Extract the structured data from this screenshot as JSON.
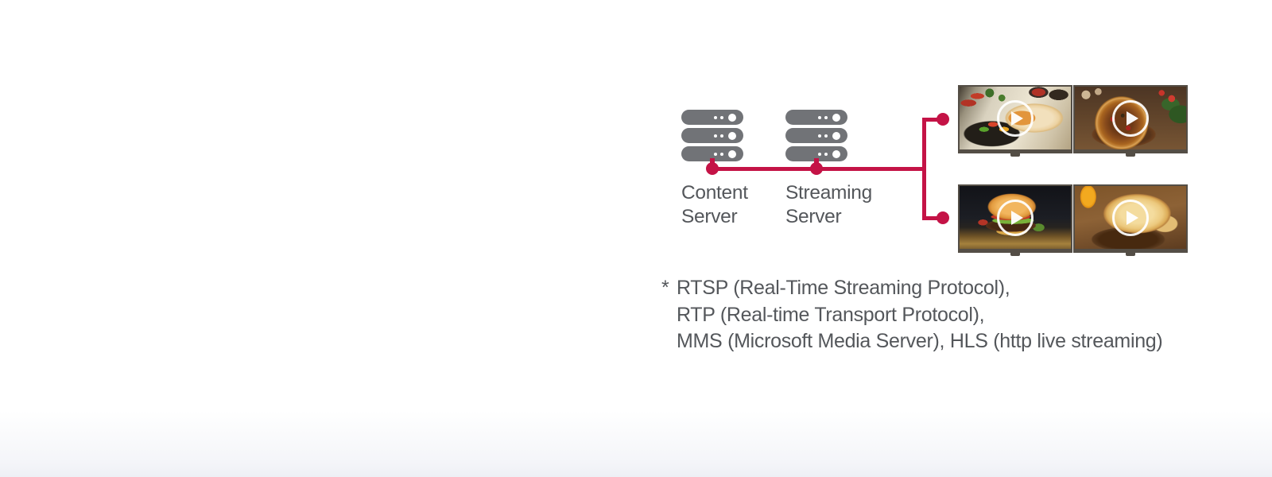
{
  "theme": {
    "accent_red": "#c41346",
    "server_gray": "#717377",
    "text_gray": "#54575b",
    "bezel_color": "#544e46",
    "page_fade": "#eef0f5"
  },
  "diagram": {
    "servers": [
      {
        "id": "content-server",
        "label_lines": [
          "Content",
          "Server"
        ]
      },
      {
        "id": "streaming-server",
        "label_lines": [
          "Streaming",
          "Server"
        ]
      }
    ],
    "displays": [
      {
        "id": "fajita-wrap-video"
      },
      {
        "id": "pizza-video"
      },
      {
        "id": "burger-video"
      },
      {
        "id": "grilled-sandwich-video"
      }
    ]
  },
  "footnote": {
    "marker": "*",
    "lines": [
      "RTSP (Real-Time Streaming Protocol),",
      "RTP (Real-time Transport Protocol),",
      "MMS (Microsoft Media Server), HLS (http live streaming)"
    ]
  }
}
